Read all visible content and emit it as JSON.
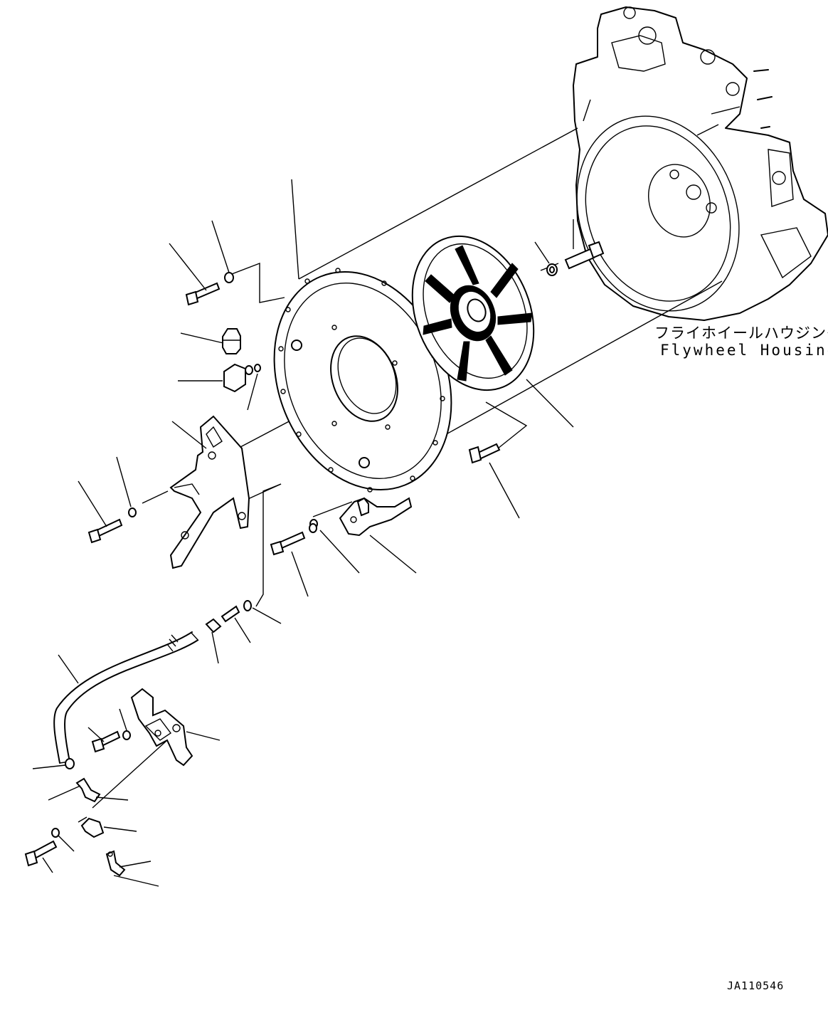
{
  "labels": {
    "housing_jp": "フライホイールハウジング",
    "housing_en": "Flywheel Housing",
    "drawing_code": "JA110546"
  }
}
